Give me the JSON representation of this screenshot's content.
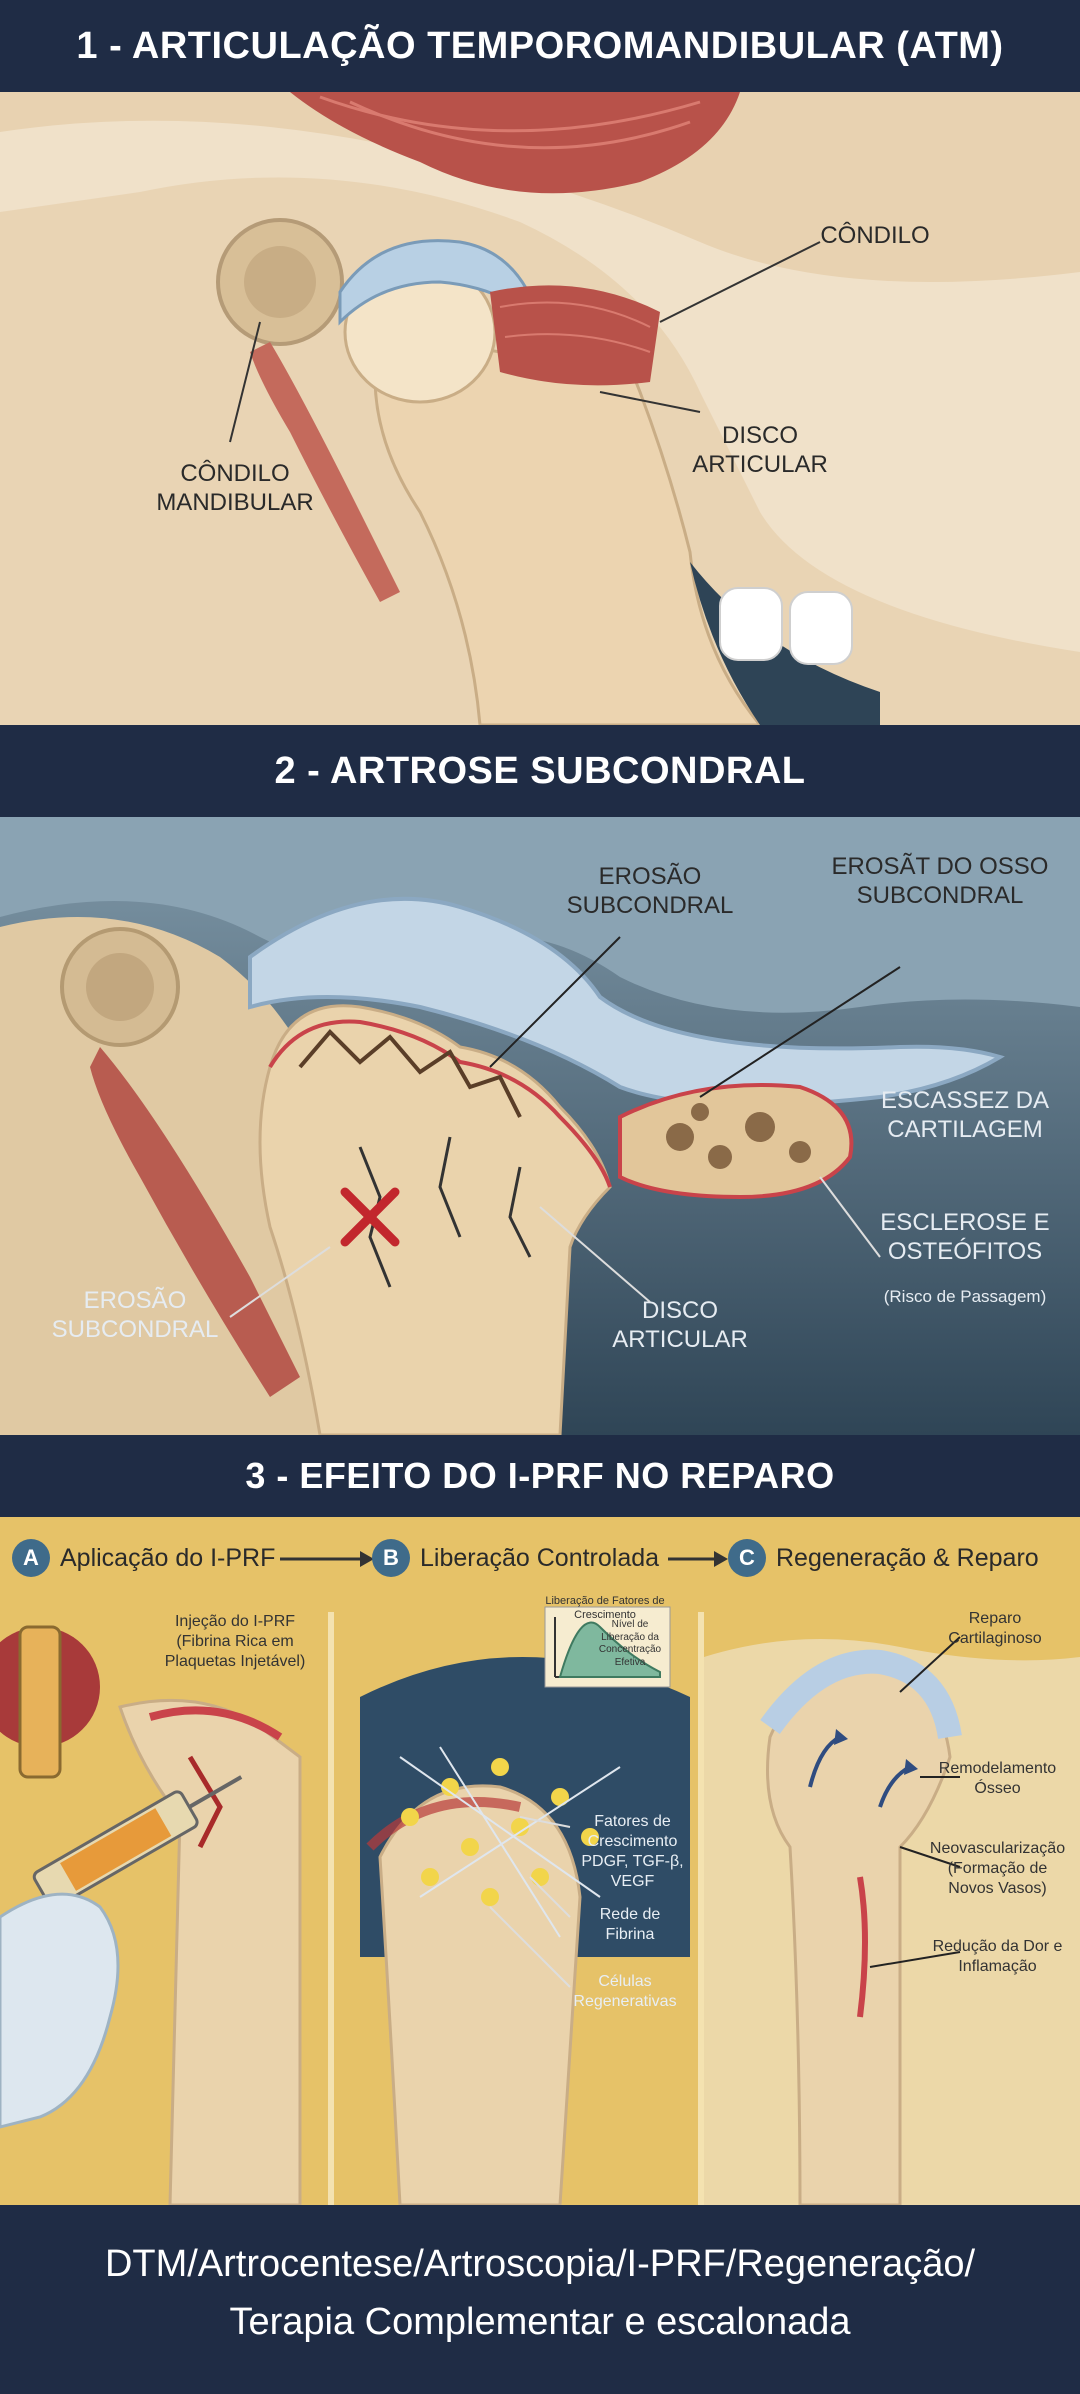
{
  "sections": {
    "s1": {
      "title": "1 - ARTICULAÇÃO TEMPOROMANDIBULAR (ATM)",
      "labels": {
        "condilo": "CÔNDILO",
        "condilo_mandibular": "CÔNDILO MANDIBULAR",
        "disco_articular": "DISCO ARTICULAR"
      }
    },
    "s2": {
      "title": "2 - ARTROSE SUBCONDRAL",
      "labels": {
        "erosao_top": "EROSÃO SUBCONDRAL",
        "erosao_osso": "EROSÃT DO OSSO SUBCONDRAL",
        "escassez": "ESCASSEZ DA CARTILAGEM",
        "esclerose": "ESCLEROSE E OSTEÓFITOS",
        "esclerose_sub": "(Risco de Passagem)",
        "erosao_left": "EROSÃO SUBCONDRAL",
        "disco": "DISCO ARTICULAR"
      }
    },
    "s3": {
      "title": "3 - EFEITO DO I-PRF NO REPARO",
      "steps": [
        {
          "badge": "A",
          "label": "Aplicação do I-PRF"
        },
        {
          "badge": "B",
          "label": "Liberação Controlada"
        },
        {
          "badge": "C",
          "label": "Regeneração & Reparo"
        }
      ],
      "notes": {
        "injecao": "Injeção do I-PRF (Fibrina Rica em Plaquetas Injetável)",
        "grafico_titulo": "Liberação de Fatores de Crescimento",
        "grafico_eixo": "Nível de Liberação da Concentração Efetiva",
        "fatores": "Fatores de Crescimento PDGF, TGF-β, VEGF",
        "rede": "Rede de Fibrina",
        "celulas": "Células Regenerativas",
        "reparo_cart": "Reparo Cartilaginoso",
        "remodelamento": "Remodelamento Ósseo",
        "neovasc": "Neovascularização (Formação de Novos Vasos)",
        "reducao": "Redução da Dor e Inflamação"
      }
    }
  },
  "footer": {
    "line1": "DTM/Artrocentese/Artroscopia/I-PRF/Regeneração/",
    "line2": "Terapia Complementar e escalonada"
  }
}
